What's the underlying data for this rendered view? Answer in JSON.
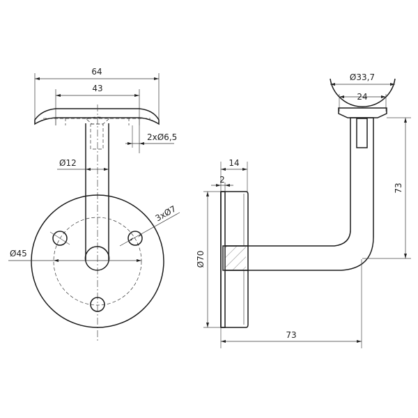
{
  "drawing": {
    "colors": {
      "line": "#1a1a1a",
      "dimension": "#333333",
      "background": "#ffffff"
    },
    "front_view": {
      "dims": {
        "overall_width": "64",
        "inner_width": "43",
        "screw_holes": "2xØ6,5",
        "stem_diameter": "Ø12",
        "bolt_circle": "Ø45",
        "mount_holes": "3xØ7"
      }
    },
    "side_view": {
      "dims": {
        "rail_diameter": "Ø33,7",
        "saddle_width": "24",
        "height": "73",
        "base_depth": "14",
        "plate_thickness": "2",
        "base_diameter": "Ø70",
        "projection": "73"
      }
    }
  }
}
